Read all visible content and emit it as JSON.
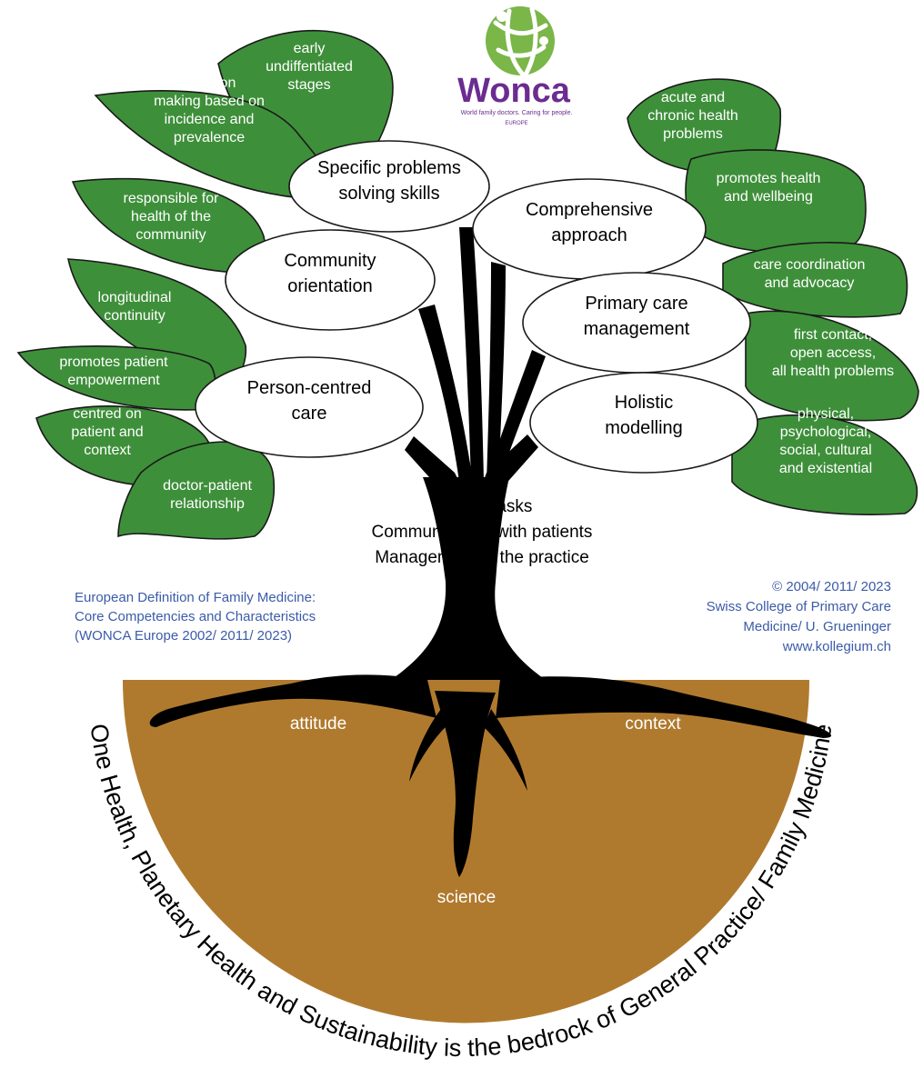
{
  "logo": {
    "name": "Wonca",
    "tagline": "World family doctors. Caring for people.",
    "region": "EUROPE",
    "color": "#6b2c91",
    "accent": "#7ab648"
  },
  "colors": {
    "leaf": "#3e8f3a",
    "leaf_stroke": "#1a1a1a",
    "soil": "#b07a2e",
    "trunk": "#000000",
    "link_text": "#3b5ba9"
  },
  "leaves": [
    {
      "id": "early",
      "lines": [
        "early",
        "undiffentiated",
        "stages"
      ]
    },
    {
      "id": "decision",
      "lines": [
        "desicion",
        "making based on",
        "incidence and",
        "prevalence"
      ]
    },
    {
      "id": "responsible",
      "lines": [
        "responsible for",
        "health of the",
        "community"
      ]
    },
    {
      "id": "longitudinal",
      "lines": [
        "longitudinal",
        "continuity"
      ]
    },
    {
      "id": "empowerment",
      "lines": [
        "promotes patient",
        "empowerment"
      ]
    },
    {
      "id": "centred",
      "lines": [
        "centred on",
        "patient and",
        "context"
      ]
    },
    {
      "id": "relationship",
      "lines": [
        "doctor-patient",
        "relationship"
      ]
    },
    {
      "id": "acute",
      "lines": [
        "acute and",
        "chronic health",
        "problems"
      ]
    },
    {
      "id": "promotes",
      "lines": [
        "promotes health",
        "and wellbeing"
      ]
    },
    {
      "id": "coordination",
      "lines": [
        "care coordination",
        "and advocacy"
      ]
    },
    {
      "id": "firstcontact",
      "lines": [
        "first contact,",
        "open access,",
        "all health problems"
      ]
    },
    {
      "id": "physical",
      "lines": [
        "physical,",
        "psychological,",
        "social, cultural",
        "and existential"
      ]
    }
  ],
  "competencies": [
    {
      "id": "specific",
      "lines": [
        "Specific problems",
        "solving skills"
      ]
    },
    {
      "id": "community",
      "lines": [
        "Community",
        "orientation"
      ]
    },
    {
      "id": "person",
      "lines": [
        "Person-centred",
        "care"
      ]
    },
    {
      "id": "comprehensive",
      "lines": [
        "Comprehensive",
        "approach"
      ]
    },
    {
      "id": "primary",
      "lines": [
        "Primary care",
        "management"
      ]
    },
    {
      "id": "holistic",
      "lines": [
        "Holistic",
        "modelling"
      ]
    }
  ],
  "tasks": [
    "Clinical tasks",
    "Communication with patients",
    "Management of the practice"
  ],
  "definition": [
    "European Definition of Family Medicine:",
    "Core Competencies and Characteristics",
    "(WONCA Europe 2002/ 2011/ 2023)"
  ],
  "copyright": [
    "© 2004/ 2011/ 2023",
    "Swiss College of Primary Care",
    "Medicine/ U. Grueninger",
    "www.kollegium.ch"
  ],
  "roots": {
    "attitude": "attitude",
    "context": "context",
    "science": "science"
  },
  "bedrock": "One Health, Planetary Health and Sustainability is the bedrock of General Practice/ Family Medicine"
}
